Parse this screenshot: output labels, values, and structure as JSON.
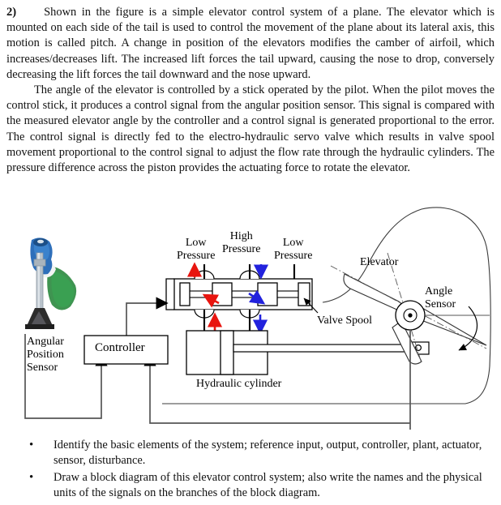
{
  "question": {
    "number": "2)",
    "paragraph1": "Shown in the figure is a simple elevator control system of a plane. The elevator which is mounted on each side of the tail is used to control the movement of the plane about its lateral axis, this motion is called pitch. A change in position of the elevators modifies the camber of airfoil, which increases/decreases lift. The increased lift forces the tail upward, causing the nose to drop, conversely decreasing the lift forces the tail downward and the nose upward.",
    "paragraph2": "The angle of the elevator is controlled by a stick operated by the pilot. When the pilot moves the control stick, it produces a control signal from the angular position sensor. This signal is compared with the measured elevator angle by the controller and a control signal is generated proportional to the error. The control signal is directly fed to the electro-hydraulic servo valve which results in valve spool movement proportional to the control signal to adjust the flow rate through the hydraulic cylinders. The pressure difference across the piston provides the actuating force to rotate the elevator."
  },
  "figure": {
    "labels": {
      "angular_position_sensor": "Angular\nPosition\nSensor",
      "controller": "Controller",
      "low_pressure_left": "Low\nPressure",
      "high_pressure": "High\nPressure",
      "low_pressure_right": "Low\nPressure",
      "valve_spool": "Valve Spool",
      "hydraulic_cylinder": "Hydraulic cylinder",
      "elevator": "Elevator",
      "angle_sensor": "Angle\nSensor"
    },
    "colors": {
      "low_pressure_arrow": "#e8150f",
      "high_pressure_arrow": "#2222dd",
      "line": "#000000",
      "signal_line": "#555555",
      "glove": "#2e6fba",
      "sleeve": "#2a8a3e",
      "stick": "#b9c3cb"
    }
  },
  "tasks": {
    "bullet_symbol": "•",
    "items": [
      "Identify the basic elements of the system; reference input, output, controller, plant, actuator, sensor, disturbance.",
      "Draw a block diagram of this elevator control system; also write the names and the physical units of the signals on the branches of the block diagram."
    ]
  }
}
